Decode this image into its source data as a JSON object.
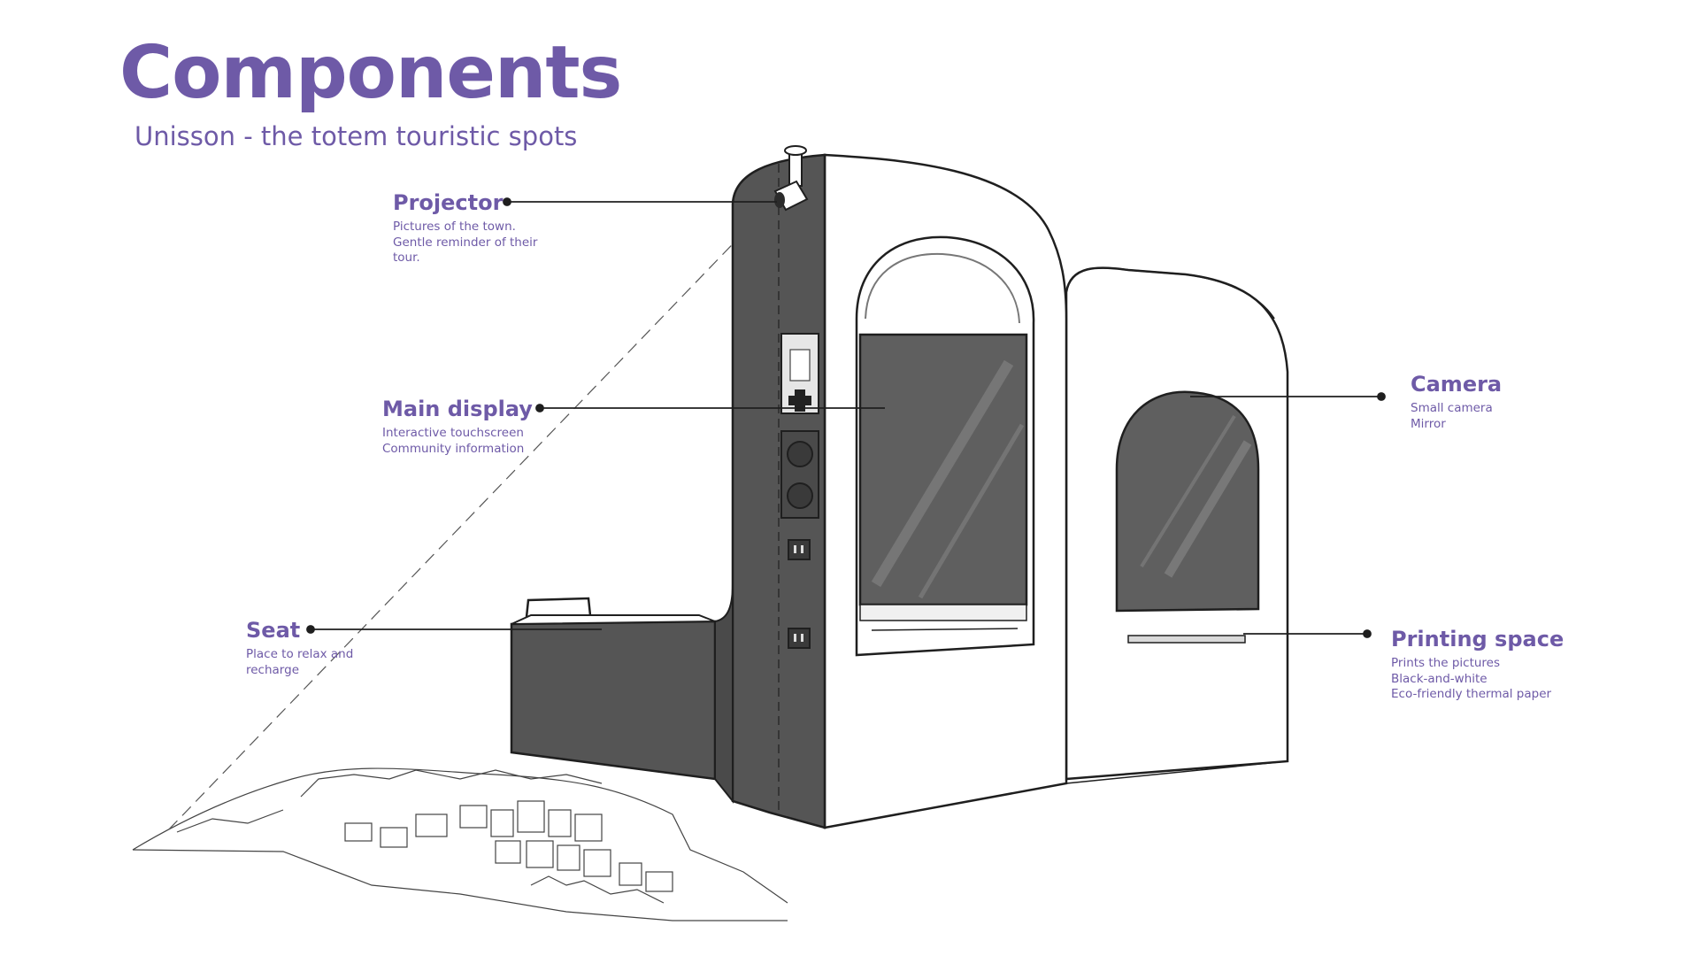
{
  "colors": {
    "accent": "#6e5aa7",
    "ink": "#2a2a2a",
    "dark_panel": "#555555",
    "screen": "#5f5f5f",
    "outline": "#1f1f1f"
  },
  "header": {
    "title": "Components",
    "subtitle": "Unisson - the totem touristic spots"
  },
  "callouts": {
    "projector": {
      "heading": "Projector",
      "lines": [
        "Pictures of the town.",
        "Gentle reminder of their",
        "tour."
      ]
    },
    "main_display": {
      "heading": "Main display",
      "lines": [
        "Interactive touchscreen",
        "Community information"
      ]
    },
    "seat": {
      "heading": "Seat",
      "lines": [
        "Place to relax and",
        "recharge"
      ]
    },
    "camera": {
      "heading": "Camera",
      "lines": [
        "Small camera",
        "Mirror"
      ]
    },
    "printing_space": {
      "heading": "Printing space",
      "lines": [
        "Prints the pictures",
        "Black-and-white",
        "Eco-friendly thermal paper"
      ]
    }
  }
}
